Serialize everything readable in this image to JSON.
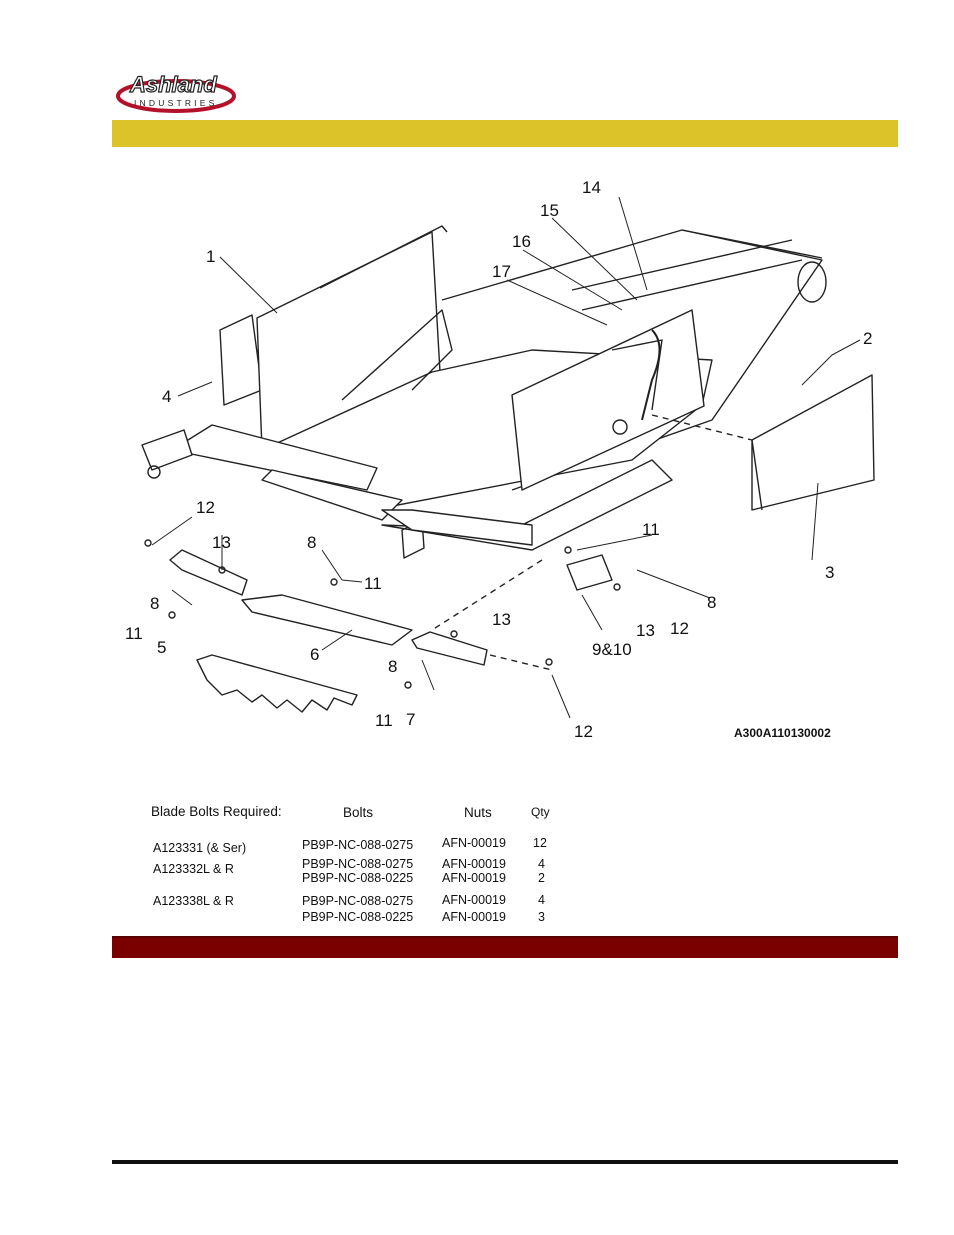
{
  "logo": {
    "brand": "Ashland",
    "sub": "INDUSTRIES"
  },
  "diagram": {
    "callouts": [
      "1",
      "2",
      "3",
      "4",
      "5",
      "6",
      "7",
      "8",
      "9&10",
      "11",
      "12",
      "13",
      "14",
      "15",
      "16",
      "17"
    ],
    "drawing_id": "A300A110130002"
  },
  "table": {
    "headers": {
      "label": "Blade Bolts Required:",
      "bolts": "Bolts",
      "nuts": "Nuts",
      "qty": "Qty"
    },
    "rows": [
      {
        "model": "A123331 (& Ser)",
        "bolts": [
          "PB9P-NC-088-0275"
        ],
        "nuts": [
          "AFN-00019"
        ],
        "qty": [
          "12"
        ]
      },
      {
        "model": "A123332L & R",
        "bolts": [
          "PB9P-NC-088-0275",
          "PB9P-NC-088-0225"
        ],
        "nuts": [
          "AFN-00019",
          "AFN-00019"
        ],
        "qty": [
          "4",
          "2"
        ]
      },
      {
        "model": "A123338L & R",
        "bolts": [
          "PB9P-NC-088-0275",
          "PB9P-NC-088-0225"
        ],
        "nuts": [
          "AFN-00019",
          "AFN-00019"
        ],
        "qty": [
          "4",
          "3"
        ]
      }
    ]
  },
  "colors": {
    "yellow_bar": "#dcc32a",
    "red_bar": "#7a0000",
    "logo_red": "#b5102a"
  }
}
